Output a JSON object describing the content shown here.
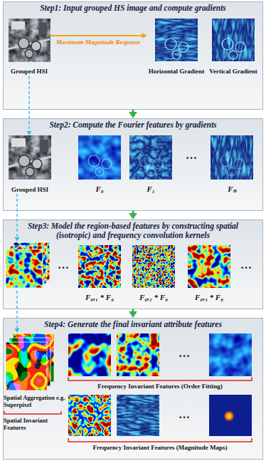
{
  "diagram": {
    "nodes": [
      {
        "text": [
          "Step1: Input grouped HS image and compute gradients"
        ]
      },
      {
        "text": [
          "Grouped HSI"
        ],
        "in": 0
      },
      {
        "text": [
          "Horizontal Gradient"
        ],
        "in": 0
      },
      {
        "text": [
          "Vertical Gradient"
        ],
        "in": 0
      },
      {
        "text": [
          "Step2: Compute the Fourier features by gradients"
        ]
      },
      {
        "text": [
          "Grouped HSI"
        ],
        "in": 4
      },
      {
        "text": [
          "F₀"
        ],
        "in": 4
      },
      {
        "text": [
          "F₁"
        ],
        "in": 4
      },
      {
        "text": [
          "Fₙ"
        ],
        "in": 4
      },
      {
        "text": [
          "Step3: Model the region-based features by constructing spatial (isotropic) and frequency convolution kernels"
        ]
      },
      {
        "text": [
          "F₀,₁ * F₀"
        ],
        "in": 9
      },
      {
        "text": [
          "F₀,₂ * F₀"
        ],
        "in": 9
      },
      {
        "text": [
          "F₀,₃ * F₀"
        ],
        "in": 9
      },
      {
        "text": [
          "Step4: Generate the final invariant attribute features"
        ]
      }
    ],
    "edges": [
      {
        "from": 0,
        "to": 4,
        "arrow": "to"
      },
      {
        "from": 4,
        "to": 9,
        "arrow": "to"
      },
      {
        "from": 9,
        "to": 13,
        "arrow": "to"
      },
      {
        "from": 1,
        "to": 2,
        "label": "Maximum Magnitude Response",
        "arrow": "to"
      },
      {
        "from": 1,
        "to": 5,
        "arrow": "to"
      }
    ],
    "labels": [
      "…",
      "…",
      "…",
      "…",
      "Frequency Invariant Features (Order Fitting)",
      "Spatial Aggregation e.g. Superpixel",
      "Spatial Invariant Features",
      "…",
      "Frequency Invariant Features (Magnitude Maps)"
    ]
  }
}
